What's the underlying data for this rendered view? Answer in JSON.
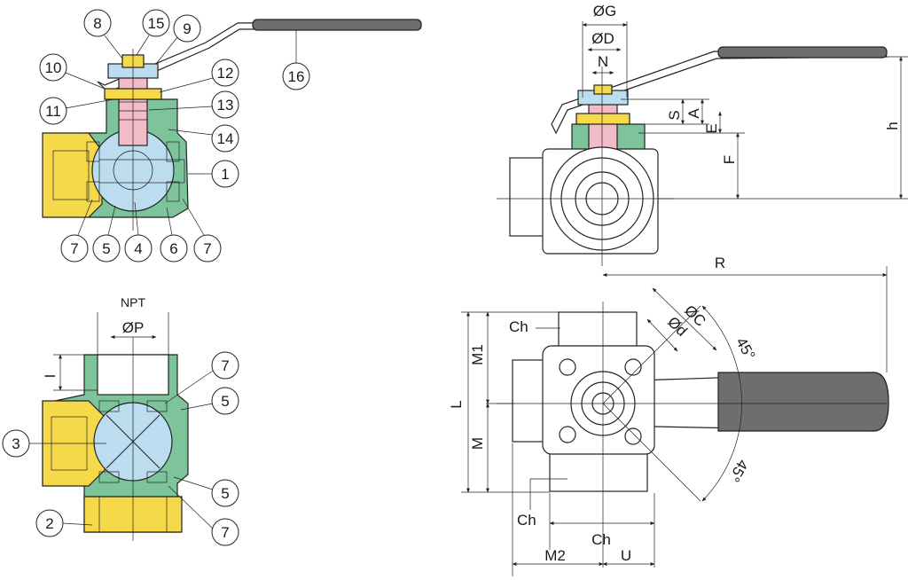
{
  "colors": {
    "body": "#7dc49a",
    "ball": "#bcdcef",
    "end_cap": "#f6d94a",
    "stem": "#f2bcc9",
    "seal": "#ee8a2c",
    "handle_grip": "#6e6e6e",
    "outline": "#222222"
  },
  "callouts": {
    "top_left": [
      "8",
      "15",
      "9",
      "16",
      "10",
      "12",
      "11",
      "13",
      "14",
      "1",
      "7",
      "5",
      "4",
      "6",
      "7"
    ],
    "bottom_left": [
      "7",
      "5",
      "3",
      "5",
      "2",
      "7"
    ]
  },
  "dims": {
    "side": {
      "G": "ØG",
      "D": "ØD",
      "N": "N",
      "S": "S",
      "A": "A",
      "E": "E",
      "F": "F",
      "h": "h"
    },
    "section": {
      "NPT": "NPT",
      "P": "ØP",
      "I": "I"
    },
    "top": {
      "R": "R",
      "C": "ØC",
      "d": "Ød",
      "Ch1": "Ch",
      "M1": "M1",
      "L": "L",
      "M": "M",
      "angle1": "45°",
      "angle2": "45°",
      "Ch2": "Ch",
      "Ch3": "Ch",
      "M2": "M2",
      "U": "U"
    }
  }
}
